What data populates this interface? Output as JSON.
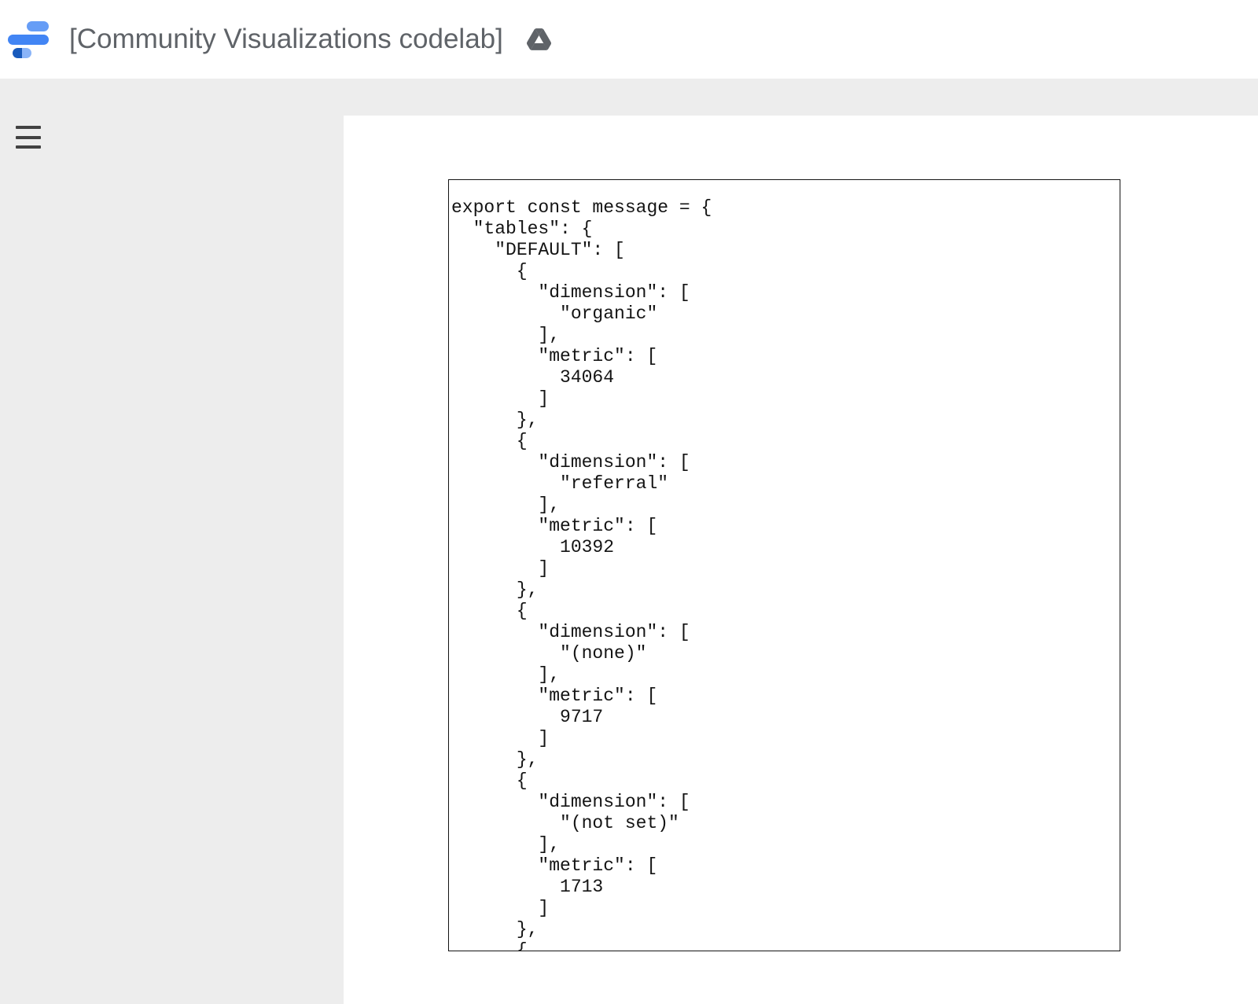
{
  "header": {
    "title": "[Community Visualizations codelab]",
    "logo_icon": "looker-studio-logo",
    "drive_icon": "google-drive-icon"
  },
  "nav": {
    "menu_icon": "hamburger-menu-icon"
  },
  "colors": {
    "page_bg": "#ededed",
    "header_bg": "#ffffff",
    "panel_bg": "#ffffff",
    "title_text": "#5f6368",
    "icon_gray": "#5f6368",
    "menu_icon_gray": "#424242",
    "code_text": "#141414",
    "code_border": "#141414",
    "logo_blue_medium": "#669df6",
    "logo_blue_primary": "#4285f4",
    "logo_blue_dark": "#185abc",
    "logo_blue_light": "#8ab4f8"
  },
  "code": {
    "content": "export const message = {\n  \"tables\": {\n    \"DEFAULT\": [\n      {\n        \"dimension\": [\n          \"organic\"\n        ],\n        \"metric\": [\n          34064\n        ]\n      },\n      {\n        \"dimension\": [\n          \"referral\"\n        ],\n        \"metric\": [\n          10392\n        ]\n      },\n      {\n        \"dimension\": [\n          \"(none)\"\n        ],\n        \"metric\": [\n          9717\n        ]\n      },\n      {\n        \"dimension\": [\n          \"(not set)\"\n        ],\n        \"metric\": [\n          1713\n        ]\n      },\n      {"
  }
}
